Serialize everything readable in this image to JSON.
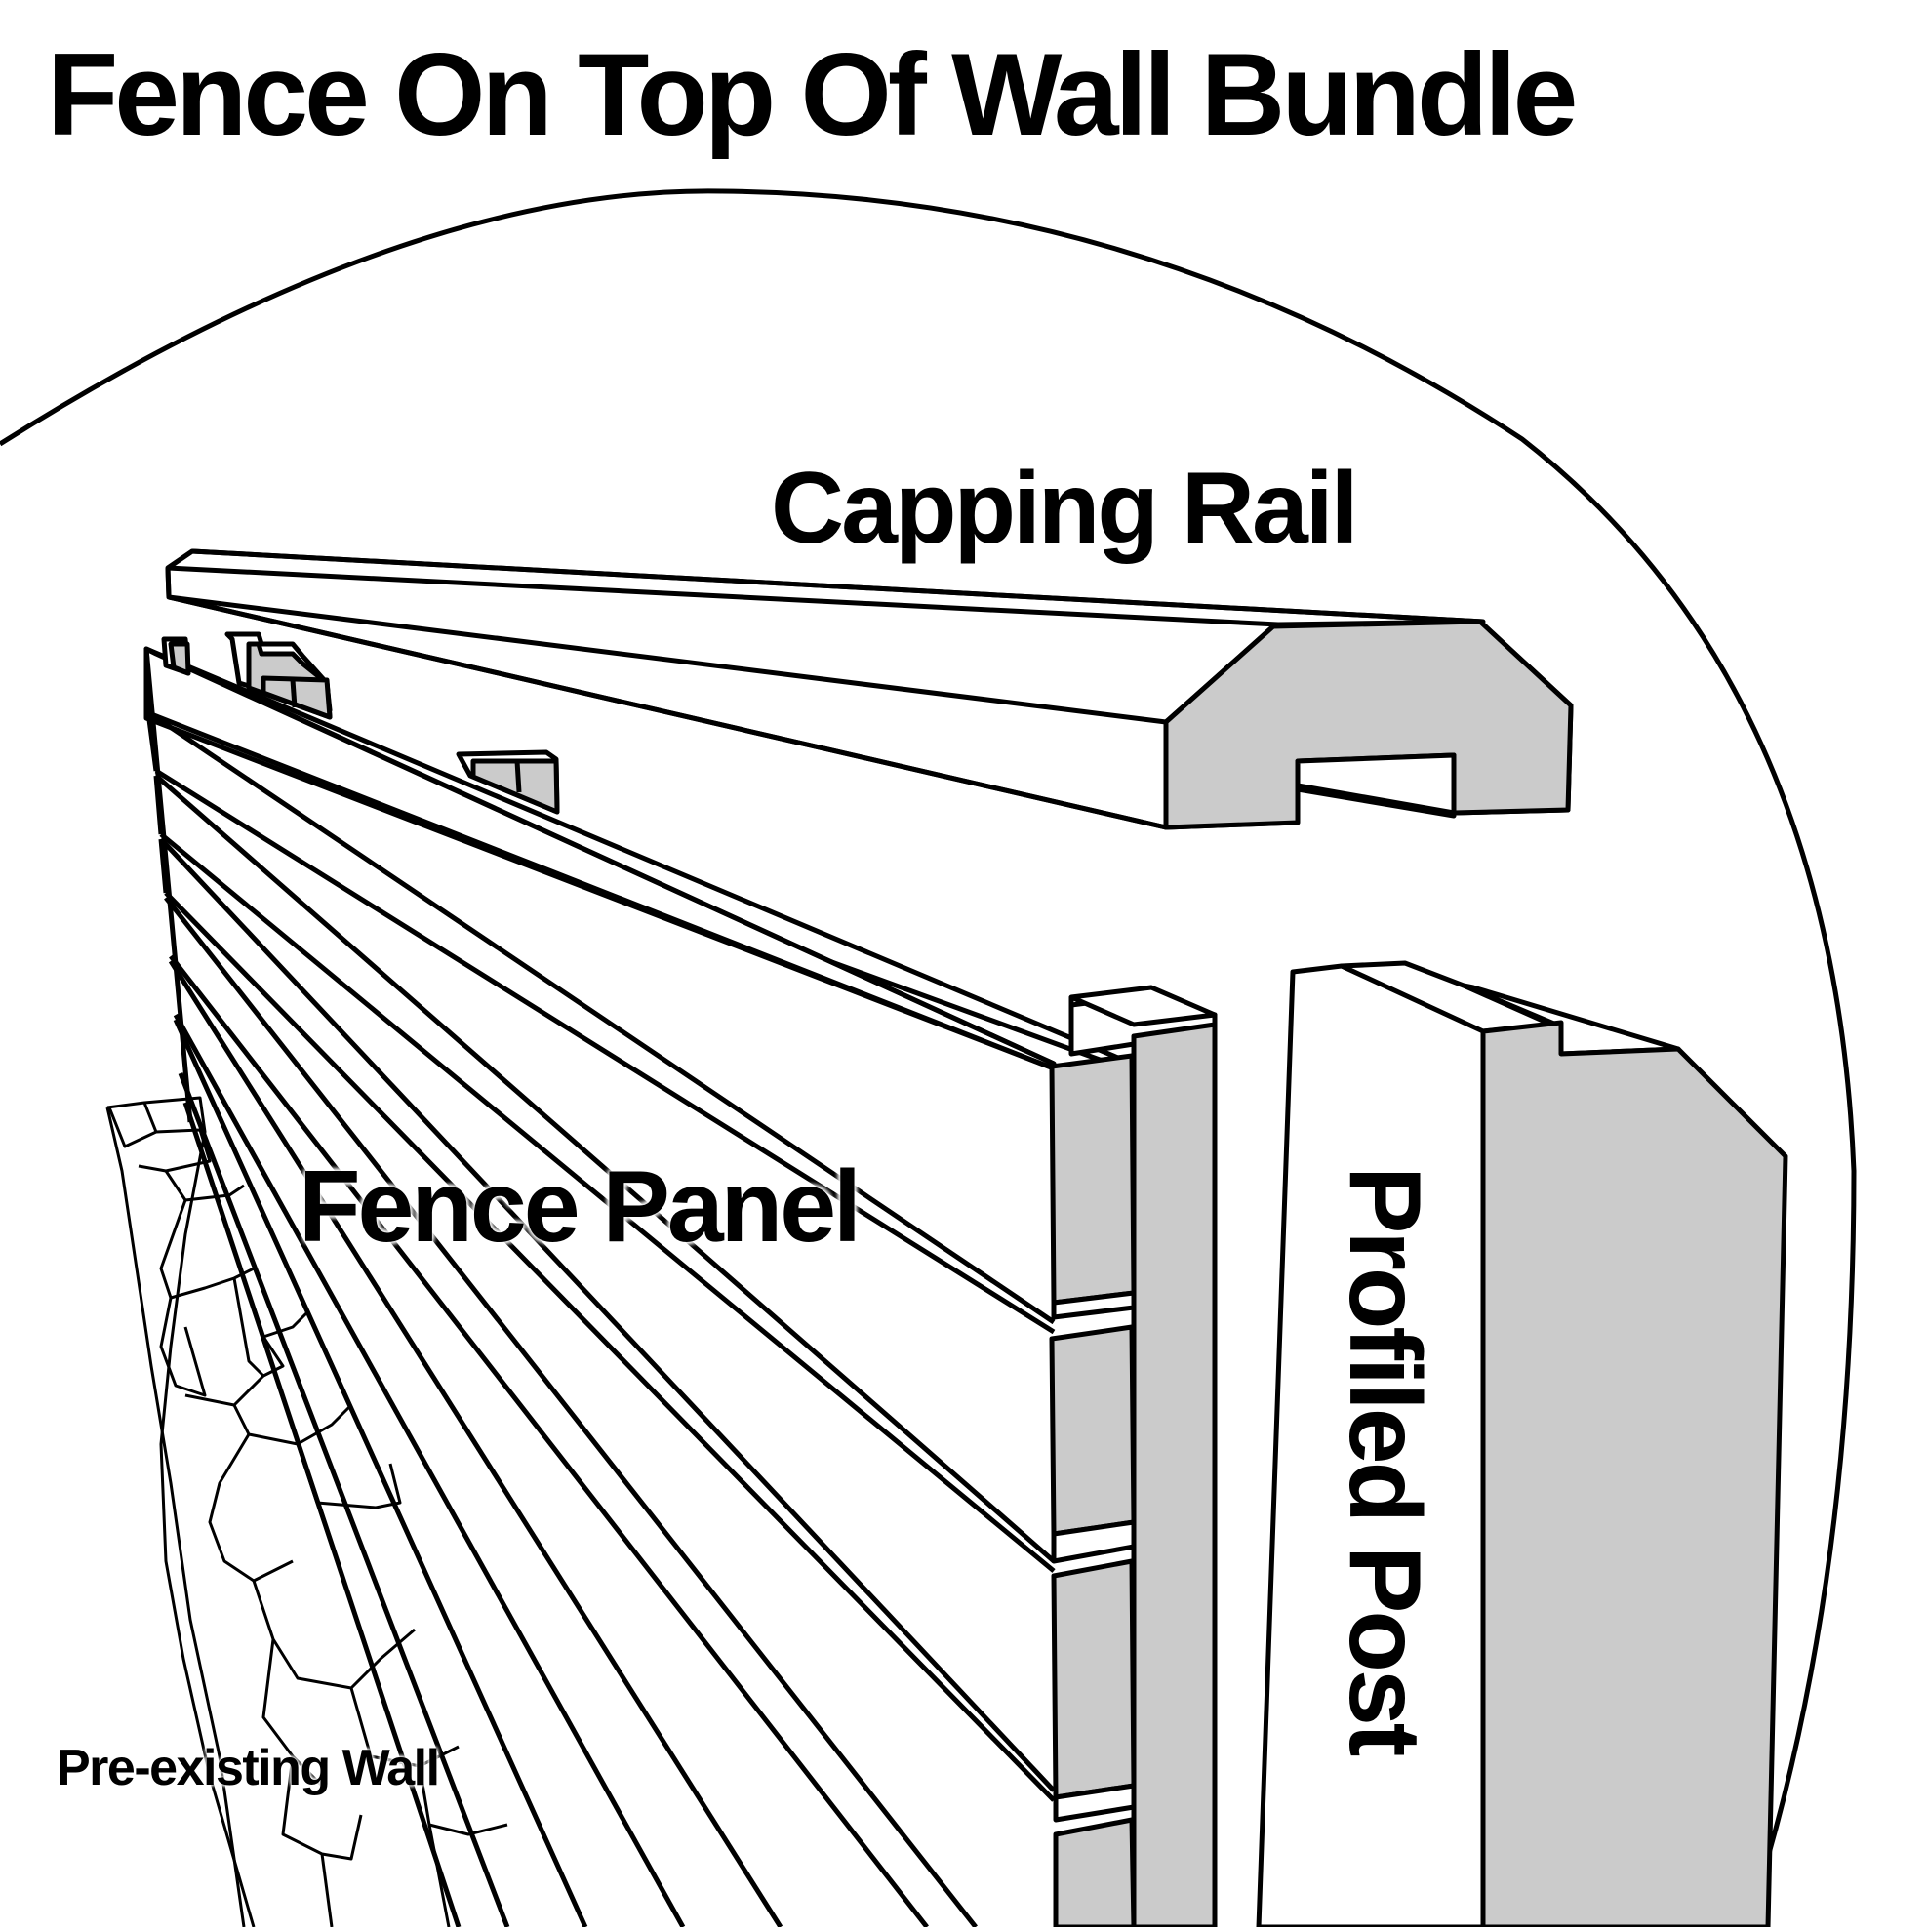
{
  "title": "Fence On Top Of Wall Bundle",
  "labels": {
    "capping_rail": "Capping Rail",
    "fence_panel": "Fence Panel",
    "profiled_post": "Profiled Post",
    "pre_existing_wall": "Pre-existing Wall"
  },
  "colors": {
    "background": "#ffffff",
    "outline": "#000000",
    "cut_face": "#cbcbcb"
  }
}
